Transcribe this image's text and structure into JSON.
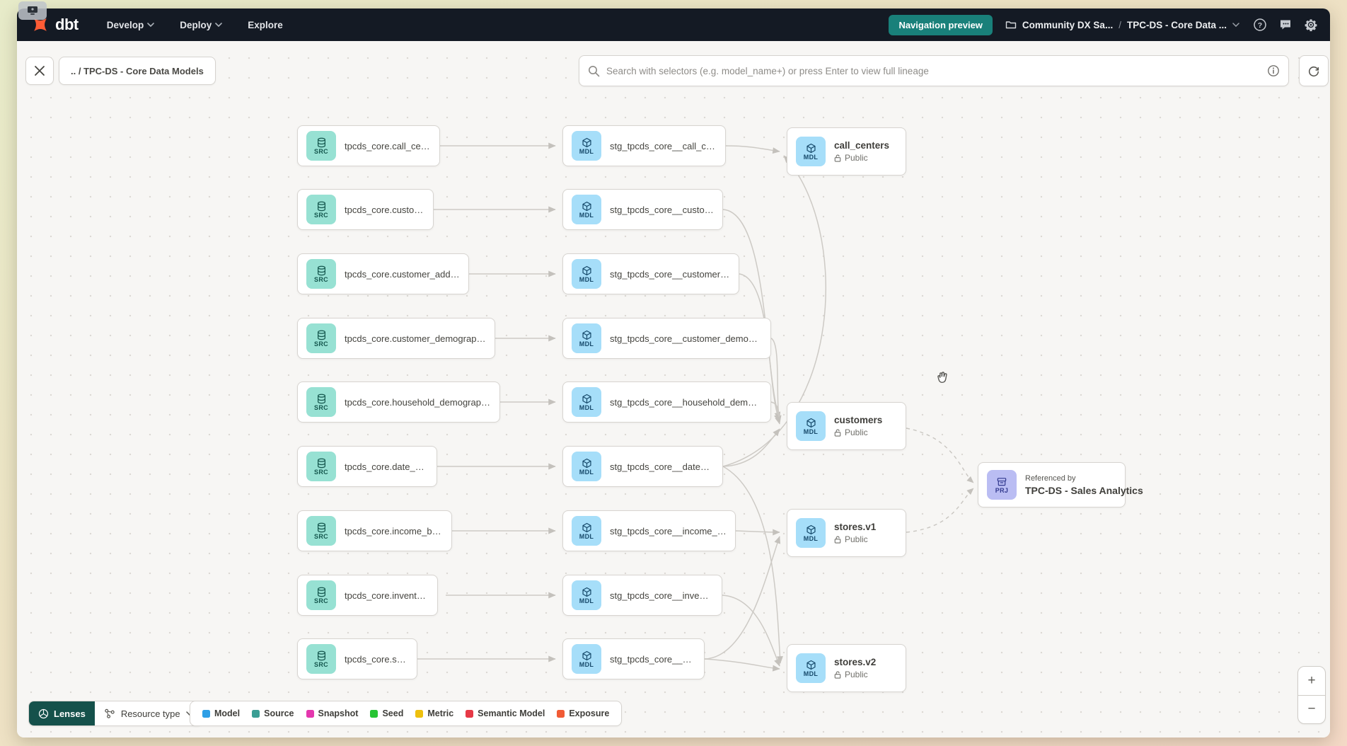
{
  "navbar": {
    "brand": "dbt",
    "menu": {
      "develop": "Develop",
      "deploy": "Deploy",
      "explore": "Explore"
    },
    "preview_button": "Navigation preview",
    "crumb_project": "Community DX Sa...",
    "crumb_separator": "/",
    "crumb_env": "TPC-DS - Core Data ..."
  },
  "toolbar": {
    "breadcrumb_chip": ".. / TPC-DS - Core Data Models",
    "search_placeholder": "Search with selectors (e.g. model_name+) or press Enter to view full lineage"
  },
  "graph": {
    "badges": {
      "source": "SRC",
      "model": "MDL",
      "project": "PRJ"
    },
    "sources": [
      {
        "label": "tpcds_core.call_center"
      },
      {
        "label": "tpcds_core.customer"
      },
      {
        "label": "tpcds_core.customer_address"
      },
      {
        "label": "tpcds_core.customer_demographics"
      },
      {
        "label": "tpcds_core.household_demographics"
      },
      {
        "label": "tpcds_core.date_dim"
      },
      {
        "label": "tpcds_core.income_band"
      },
      {
        "label": "tpcds_core.inventory"
      },
      {
        "label": "tpcds_core.store"
      }
    ],
    "staging": [
      {
        "label": "stg_tpcds_core__call_center"
      },
      {
        "label": "stg_tpcds_core__customer"
      },
      {
        "label": "stg_tpcds_core__customer_address"
      },
      {
        "label": "stg_tpcds_core__customer_demogra..."
      },
      {
        "label": "stg_tpcds_core__household_demogr..."
      },
      {
        "label": "stg_tpcds_core__date_dim"
      },
      {
        "label": "stg_tpcds_core__income_band"
      },
      {
        "label": "stg_tpcds_core__inventory"
      },
      {
        "label": "stg_tpcds_core__store"
      }
    ],
    "public_models": [
      {
        "name": "call_centers",
        "access": "Public"
      },
      {
        "name": "customers",
        "access": "Public"
      },
      {
        "name": "stores.v1",
        "access": "Public"
      },
      {
        "name": "stores.v2",
        "access": "Public"
      }
    ],
    "project_node": {
      "eyebrow": "Referenced by",
      "name": "TPC-DS - Sales Analytics"
    }
  },
  "legend": {
    "lenses_label": "Lenses",
    "resource_type_label": "Resource type",
    "items": [
      {
        "label": "Model",
        "color": "#2e9fe6"
      },
      {
        "label": "Source",
        "color": "#3a9e94"
      },
      {
        "label": "Snapshot",
        "color": "#e437ae"
      },
      {
        "label": "Seed",
        "color": "#27c433"
      },
      {
        "label": "Metric",
        "color": "#eec00e"
      },
      {
        "label": "Semantic Model",
        "color": "#e63946"
      },
      {
        "label": "Exposure",
        "color": "#f15b35"
      }
    ]
  },
  "zoom_controls": {
    "zoom_in": "+",
    "zoom_out": "−"
  },
  "colors": {
    "navbar_bg": "#141a24",
    "accent_teal": "#19807a",
    "brand_orange": "#ff5c35",
    "source_tile": "#97e1d3",
    "model_tile": "#a6def9",
    "project_tile": "#babdf3",
    "edge": "#cdcac5"
  }
}
